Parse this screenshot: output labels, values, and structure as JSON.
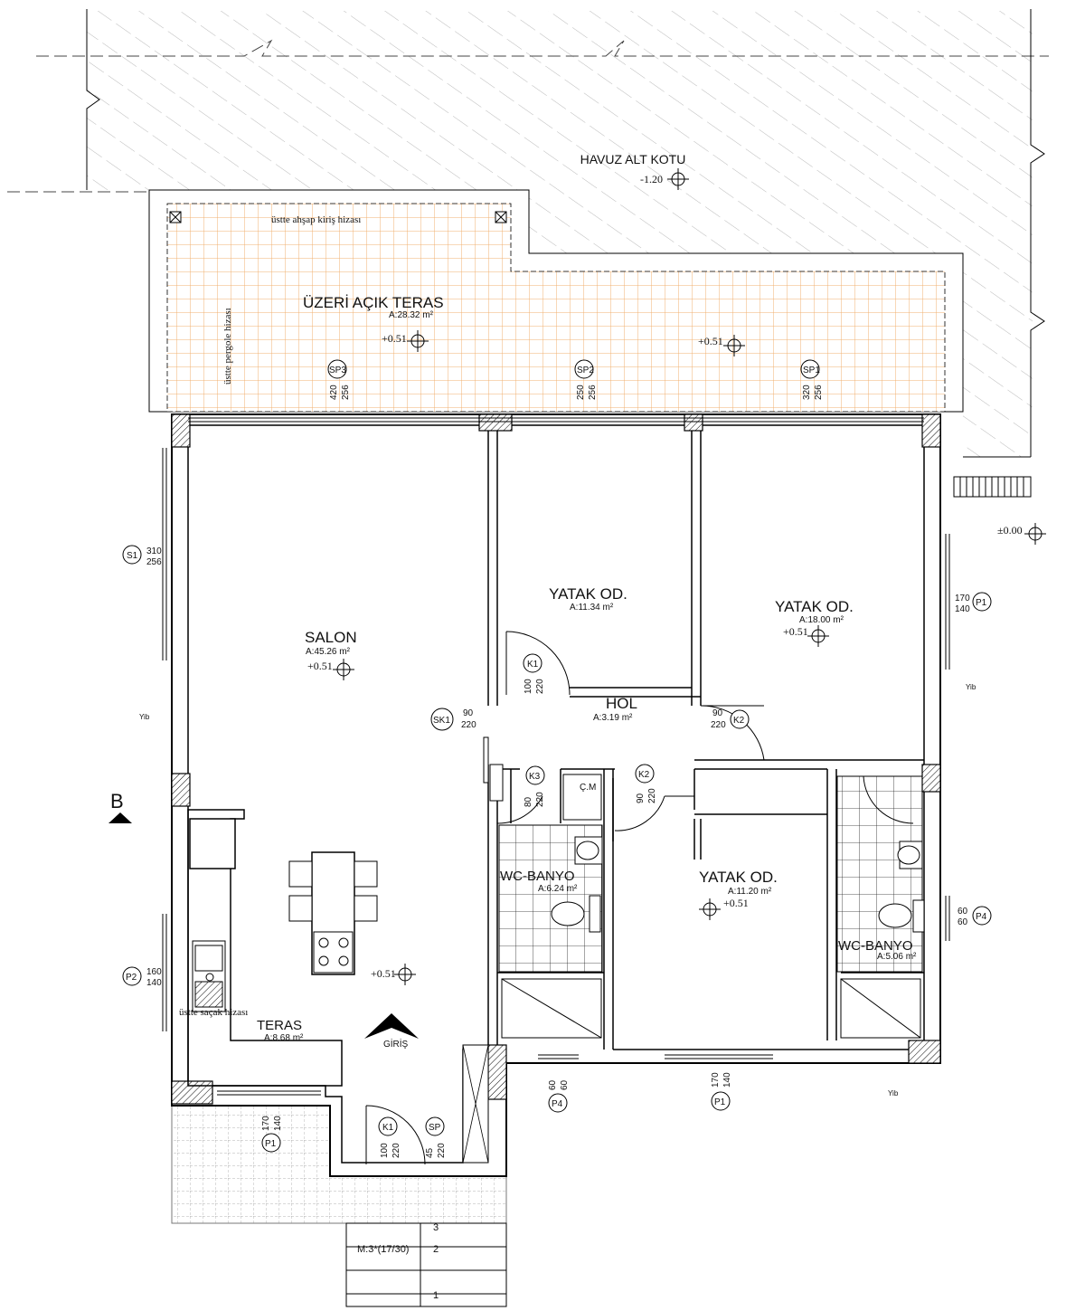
{
  "pool": {
    "title": "HAVUZ ALT KOTU",
    "level": "-1.20"
  },
  "terrace_open": {
    "title": "ÜZERİ AÇIK TERAS",
    "area": "A:28.32 m²",
    "level1": "+0.51",
    "level2": "+0.51",
    "note_beam": "üstte ahşap kiriş hizası",
    "note_pergola": "üstte pergole hizası"
  },
  "rooms": {
    "salon": {
      "name": "SALON",
      "area": "A:45.26 m²",
      "level": "+0.51"
    },
    "yatak1": {
      "name": "YATAK OD.",
      "area": "A:11.34 m²"
    },
    "yatak2": {
      "name": "YATAK OD.",
      "area": "A:18.00 m²",
      "level": "+0.51"
    },
    "yatak3": {
      "name": "YATAK OD.",
      "area": "A:11.20 m²",
      "level": "+0.51"
    },
    "hol": {
      "name": "HOL",
      "area": "A:3.19 m²"
    },
    "wc1": {
      "name": "WC-BANYO",
      "area": "A:6.24 m²"
    },
    "wc2": {
      "name": "WC-BANYO",
      "area": "A:5.06 m²"
    },
    "cm": {
      "name": "Ç.M"
    }
  },
  "terrace_entry": {
    "title": "TERAS",
    "area": "A:8.68 m²",
    "level": "+0.51",
    "note": "üstte saçak hizası",
    "entry": "GİRİŞ"
  },
  "ground_level": "±0.00",
  "section_mark": "B",
  "stair": {
    "label": "M:3*(17/30)",
    "steps": [
      "1",
      "2",
      "3"
    ]
  },
  "yib": "Yib",
  "tags": {
    "SP3": {
      "id": "SP3",
      "w": "420",
      "h": "256"
    },
    "SP2": {
      "id": "SP2",
      "w": "250",
      "h": "256"
    },
    "SP1": {
      "id": "SP1",
      "w": "320",
      "h": "256"
    },
    "S1": {
      "id": "S1",
      "w": "310",
      "h": "256"
    },
    "P1r": {
      "id": "P1",
      "w": "170",
      "h": "140"
    },
    "P2": {
      "id": "P2",
      "w": "160",
      "h": "140"
    },
    "P4r": {
      "id": "P4",
      "w": "60",
      "h": "60"
    },
    "P4b": {
      "id": "P4",
      "w": "60",
      "h": "60"
    },
    "P1b": {
      "id": "P1",
      "w": "170",
      "h": "140"
    },
    "P1t": {
      "id": "P1",
      "w": "170",
      "h": "140"
    },
    "K1a": {
      "id": "K1",
      "w": "100",
      "h": "220"
    },
    "K1b": {
      "id": "K1",
      "w": "100",
      "h": "220"
    },
    "SK1": {
      "id": "SK1",
      "w": "90",
      "h": "220"
    },
    "K2a": {
      "id": "K2",
      "w": "90",
      "h": "220"
    },
    "K2b": {
      "id": "K2",
      "w": "90",
      "h": "220"
    },
    "K3": {
      "id": "K3",
      "w": "80",
      "h": "220"
    },
    "SP": {
      "id": "SP",
      "w": "45",
      "h": "220"
    }
  },
  "colors": {
    "terrace_grid": "#f0b070",
    "hatch": "#9a9a9a",
    "line": "#000000"
  }
}
